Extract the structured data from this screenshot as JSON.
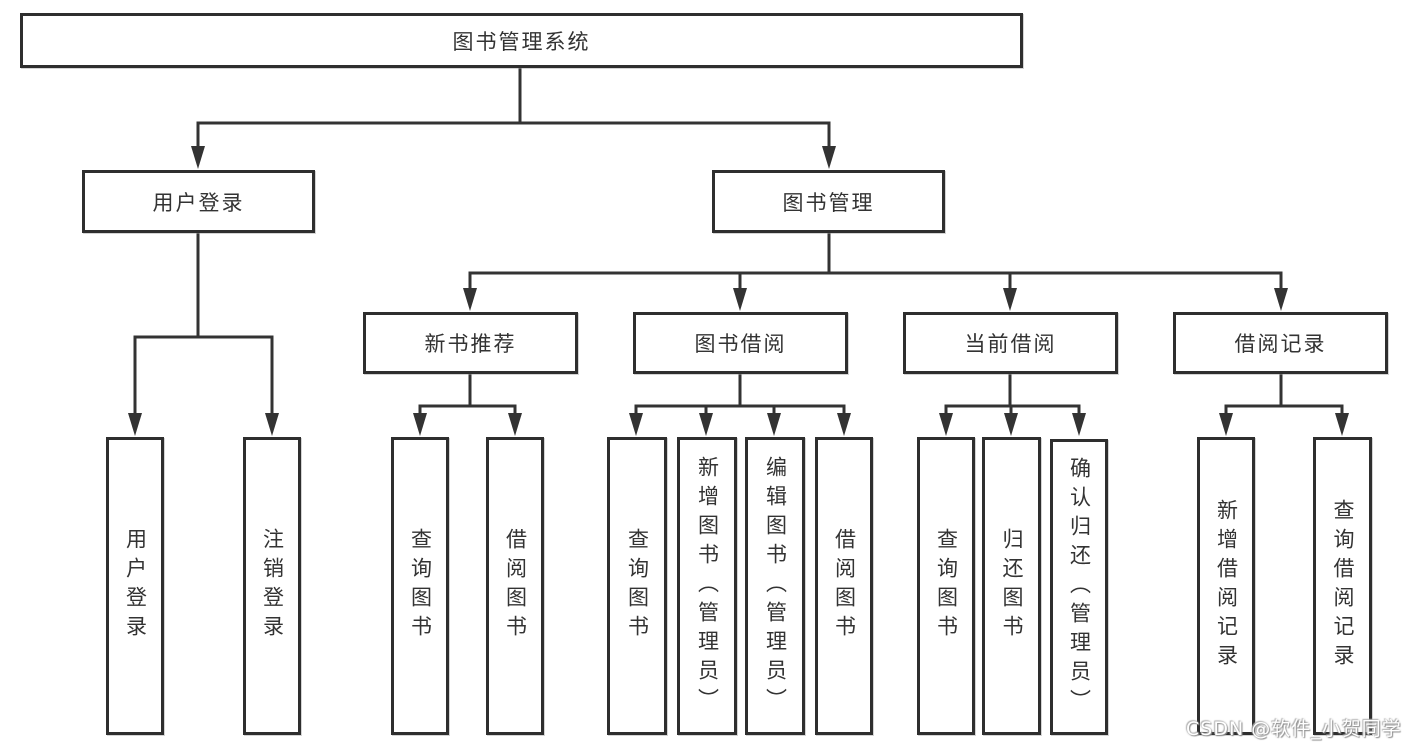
{
  "tree": {
    "label": "图书管理系统",
    "children": [
      {
        "label": "用户登录",
        "children": [
          {
            "label": "用户登录"
          },
          {
            "label": "注销登录"
          }
        ]
      },
      {
        "label": "图书管理",
        "children": [
          {
            "label": "新书推荐",
            "children": [
              {
                "label": "查询图书"
              },
              {
                "label": "借阅图书"
              }
            ]
          },
          {
            "label": "图书借阅",
            "children": [
              {
                "label": "查询图书"
              },
              {
                "label": "新增图书（管理员）"
              },
              {
                "label": "编辑图书（管理员）"
              },
              {
                "label": "借阅图书"
              }
            ]
          },
          {
            "label": "当前借阅",
            "children": [
              {
                "label": "查询图书"
              },
              {
                "label": "归还图书"
              },
              {
                "label": "确认归还（管理员）"
              }
            ]
          },
          {
            "label": "借阅记录",
            "children": [
              {
                "label": "新增借阅记录"
              },
              {
                "label": "查询借阅记录"
              }
            ]
          }
        ]
      }
    ]
  },
  "watermark": "CSDN @软件_小贺同学",
  "colors": {
    "line": "#333333",
    "box_border": "#2e2e2e",
    "text": "#333333",
    "background": "#ffffff",
    "watermark_text": "#ffffff"
  }
}
